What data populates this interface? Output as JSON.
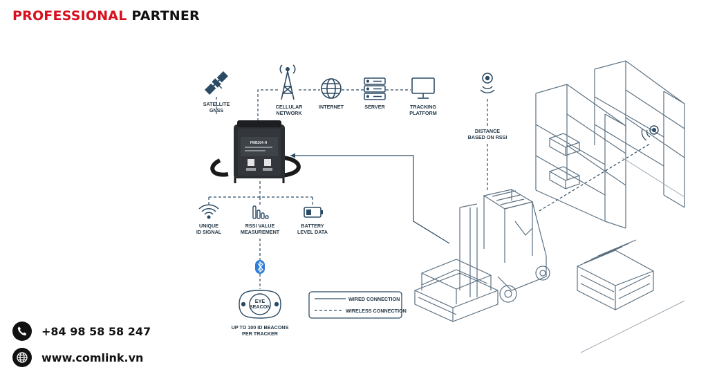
{
  "header": {
    "brand_red": "PROFESSIONAL",
    "brand_dark": "PARTNER"
  },
  "labels": {
    "satellite": [
      "SATELLITE",
      "GNSS"
    ],
    "cellular": [
      "CELLULAR",
      "NETWORK"
    ],
    "internet": "INTERNET",
    "server": "SERVER",
    "tracking": [
      "TRACKING",
      "PLATFORM"
    ],
    "distance": [
      "DISTANCE",
      "BASED ON RSSI"
    ],
    "unique": [
      "UNIQUE",
      "ID SIGNAL"
    ],
    "rssi": [
      "RSSI VALUE",
      "MEASUREMENT"
    ],
    "battery": [
      "BATTERY",
      "LEVEL DATA"
    ],
    "beacon_text": [
      "EYE",
      "BEACON"
    ],
    "beacons_caption": [
      "UP TO 100 ID BEACONS",
      "PER TRACKER"
    ],
    "device_model": "FMB204-H"
  },
  "legend": {
    "wired": "WIRED CONNECTION",
    "wireless": "WIRELESS CONNECTION"
  },
  "contact": {
    "phone": "+84 98 58 58 247",
    "website": "www.comlink.vn"
  },
  "colors": {
    "accent": "#d6101e",
    "line": "#2b4a63",
    "dark": "#111111"
  }
}
